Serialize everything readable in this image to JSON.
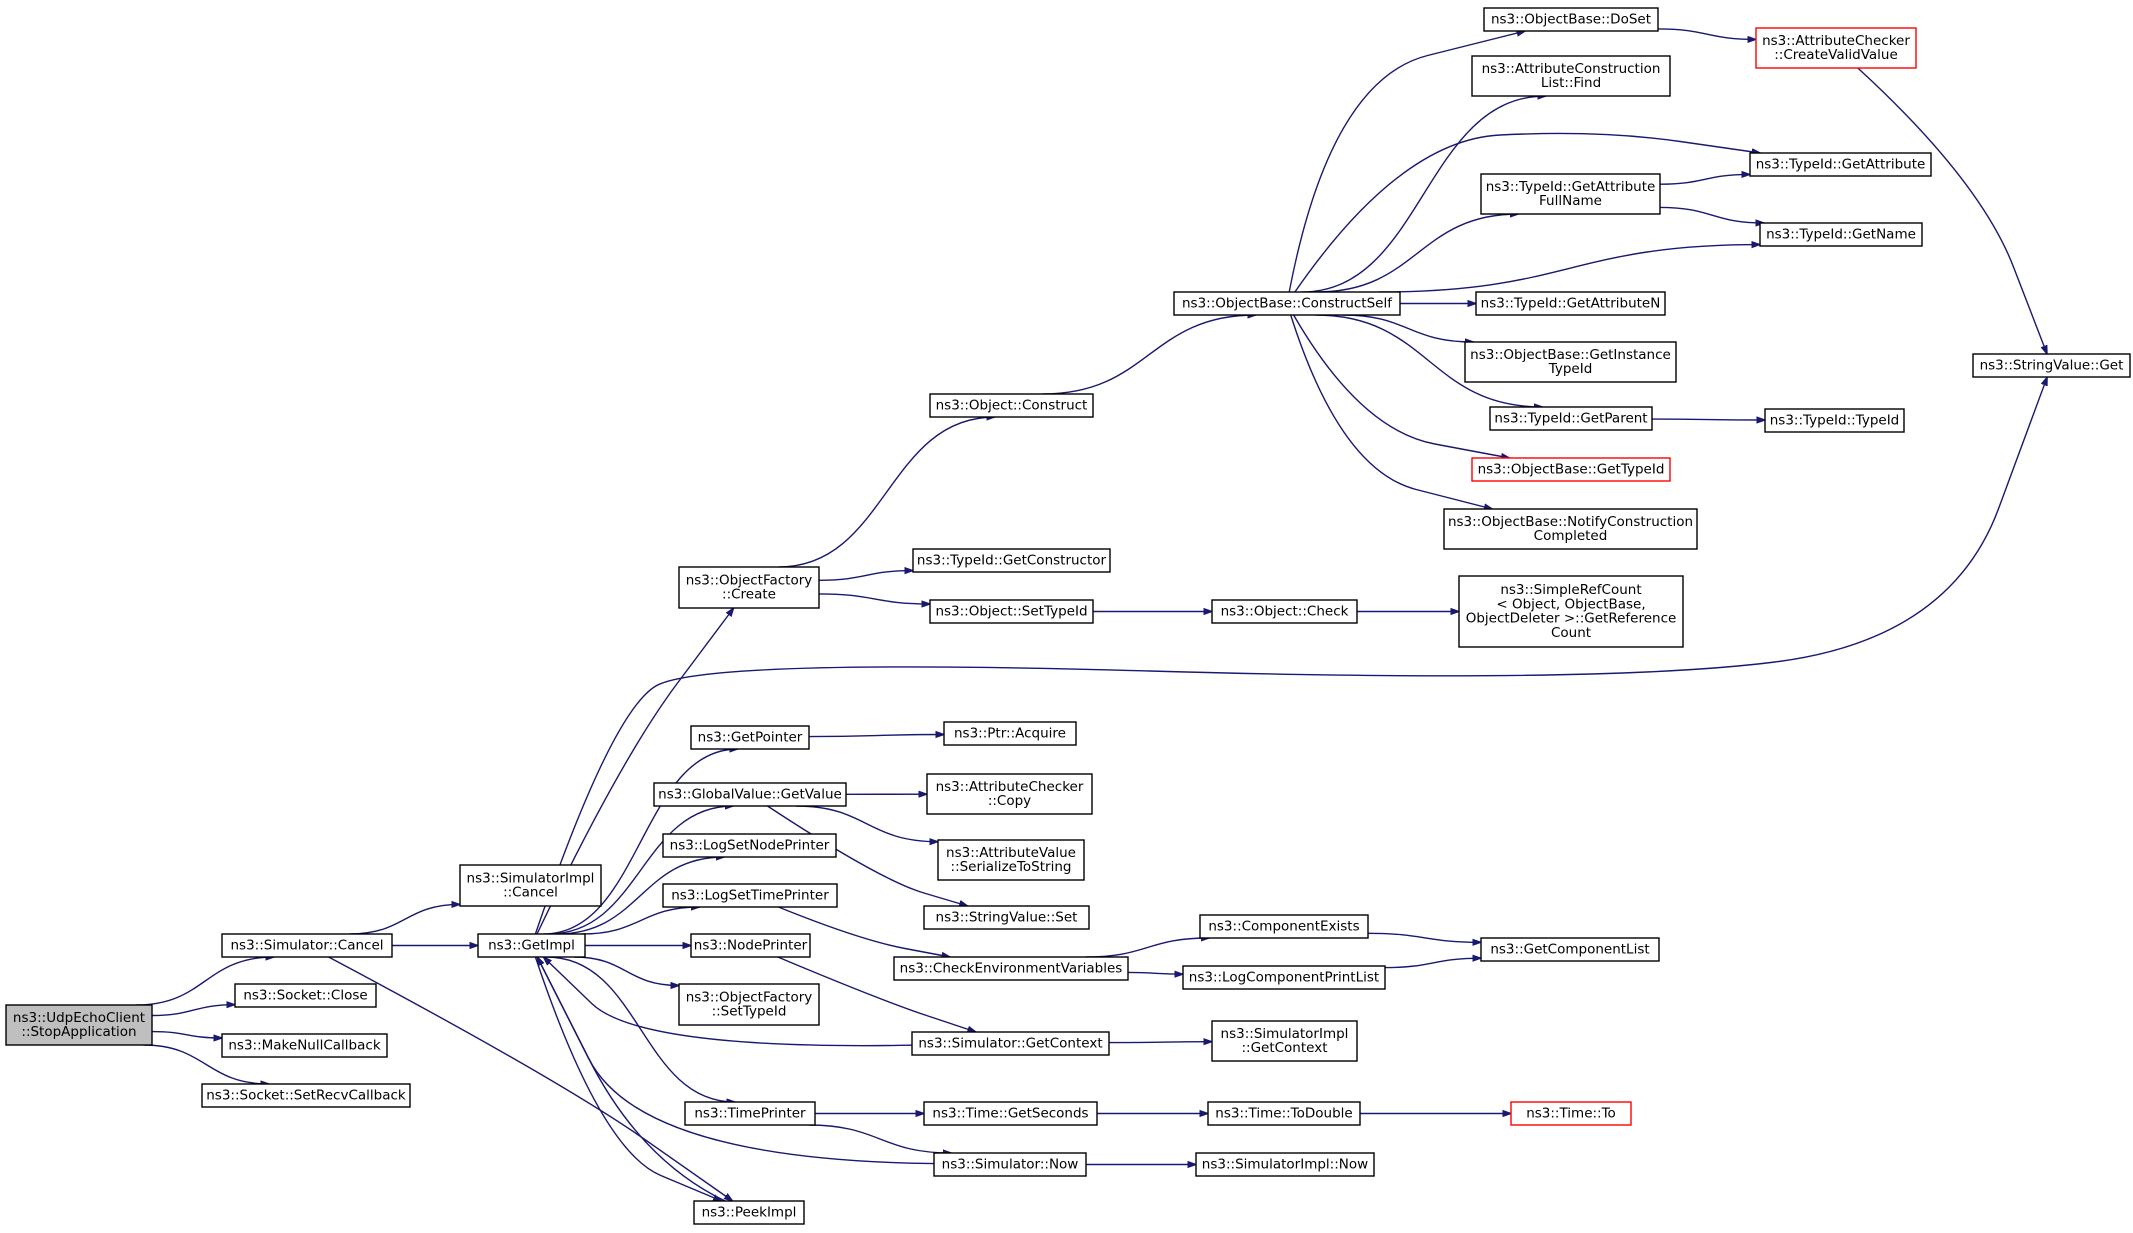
{
  "diagram": {
    "root": "StopApplication",
    "nodes": [
      {
        "id": "StopApplication",
        "lines": [
          "ns3::UdpEchoClient",
          "::StopApplication"
        ],
        "style": "root"
      },
      {
        "id": "SimCancel",
        "lines": [
          "ns3::Simulator::Cancel"
        ],
        "style": "normal"
      },
      {
        "id": "SocketClose",
        "lines": [
          "ns3::Socket::Close"
        ],
        "style": "normal"
      },
      {
        "id": "MakeNullCallback",
        "lines": [
          "ns3::MakeNullCallback"
        ],
        "style": "normal"
      },
      {
        "id": "SetRecvCallback",
        "lines": [
          "ns3::Socket::SetRecvCallback"
        ],
        "style": "normal"
      },
      {
        "id": "SimImplCancel",
        "lines": [
          "ns3::SimulatorImpl",
          "::Cancel"
        ],
        "style": "normal"
      },
      {
        "id": "GetImpl",
        "lines": [
          "ns3::GetImpl"
        ],
        "style": "normal"
      },
      {
        "id": "PeekImpl",
        "lines": [
          "ns3::PeekImpl"
        ],
        "style": "normal"
      },
      {
        "id": "OFCreate",
        "lines": [
          "ns3::ObjectFactory",
          "::Create"
        ],
        "style": "normal"
      },
      {
        "id": "GetPointer",
        "lines": [
          "ns3::GetPointer"
        ],
        "style": "normal"
      },
      {
        "id": "GVGetValue",
        "lines": [
          "ns3::GlobalValue::GetValue"
        ],
        "style": "normal"
      },
      {
        "id": "LogSetNodePrinter",
        "lines": [
          "ns3::LogSetNodePrinter"
        ],
        "style": "normal"
      },
      {
        "id": "LogSetTimePrinter",
        "lines": [
          "ns3::LogSetTimePrinter"
        ],
        "style": "normal"
      },
      {
        "id": "NodePrinter",
        "lines": [
          "ns3::NodePrinter"
        ],
        "style": "normal"
      },
      {
        "id": "OFSetTypeId",
        "lines": [
          "ns3::ObjectFactory",
          "::SetTypeId"
        ],
        "style": "normal"
      },
      {
        "id": "TimePrinter",
        "lines": [
          "ns3::TimePrinter"
        ],
        "style": "normal"
      },
      {
        "id": "ObjConstruct",
        "lines": [
          "ns3::Object::Construct"
        ],
        "style": "normal"
      },
      {
        "id": "TIGetConstructor",
        "lines": [
          "ns3::TypeId::GetConstructor"
        ],
        "style": "normal"
      },
      {
        "id": "ObjSetTypeId",
        "lines": [
          "ns3::Object::SetTypeId"
        ],
        "style": "normal"
      },
      {
        "id": "PtrAcquire",
        "lines": [
          "ns3::Ptr::Acquire"
        ],
        "style": "normal"
      },
      {
        "id": "ACCopy",
        "lines": [
          "ns3::AttributeChecker",
          "::Copy"
        ],
        "style": "normal"
      },
      {
        "id": "AVSerialize",
        "lines": [
          "ns3::AttributeValue",
          "::SerializeToString"
        ],
        "style": "normal"
      },
      {
        "id": "SVSet",
        "lines": [
          "ns3::StringValue::Set"
        ],
        "style": "normal"
      },
      {
        "id": "CheckEnv",
        "lines": [
          "ns3::CheckEnvironmentVariables"
        ],
        "style": "normal"
      },
      {
        "id": "SimGetContext",
        "lines": [
          "ns3::Simulator::GetContext"
        ],
        "style": "normal"
      },
      {
        "id": "TimeGetSeconds",
        "lines": [
          "ns3::Time::GetSeconds"
        ],
        "style": "normal"
      },
      {
        "id": "SimNow",
        "lines": [
          "ns3::Simulator::Now"
        ],
        "style": "normal"
      },
      {
        "id": "OBConstructSelf",
        "lines": [
          "ns3::ObjectBase::ConstructSelf"
        ],
        "style": "normal"
      },
      {
        "id": "ObjCheck",
        "lines": [
          "ns3::Object::Check"
        ],
        "style": "normal"
      },
      {
        "id": "ComponentExists",
        "lines": [
          "ns3::ComponentExists"
        ],
        "style": "normal"
      },
      {
        "id": "LogCompPrintList",
        "lines": [
          "ns3::LogComponentPrintList"
        ],
        "style": "normal"
      },
      {
        "id": "SimImplGetContext",
        "lines": [
          "ns3::SimulatorImpl",
          "::GetContext"
        ],
        "style": "normal"
      },
      {
        "id": "TimeToDouble",
        "lines": [
          "ns3::Time::ToDouble"
        ],
        "style": "normal"
      },
      {
        "id": "SimImplNow",
        "lines": [
          "ns3::SimulatorImpl::Now"
        ],
        "style": "normal"
      },
      {
        "id": "OBDoSet",
        "lines": [
          "ns3::ObjectBase::DoSet"
        ],
        "style": "normal"
      },
      {
        "id": "ACLFind",
        "lines": [
          "ns3::AttributeConstruction",
          "List::Find"
        ],
        "style": "normal"
      },
      {
        "id": "TIGetAttrFullName",
        "lines": [
          "ns3::TypeId::GetAttribute",
          "FullName"
        ],
        "style": "normal"
      },
      {
        "id": "TIGetAttributeN",
        "lines": [
          "ns3::TypeId::GetAttributeN"
        ],
        "style": "normal"
      },
      {
        "id": "OBGetInstanceTypeId",
        "lines": [
          "ns3::ObjectBase::GetInstance",
          "TypeId"
        ],
        "style": "normal"
      },
      {
        "id": "TIGetParent",
        "lines": [
          "ns3::TypeId::GetParent"
        ],
        "style": "normal"
      },
      {
        "id": "OBGetTypeId",
        "lines": [
          "ns3::ObjectBase::GetTypeId"
        ],
        "style": "red"
      },
      {
        "id": "OBNotify",
        "lines": [
          "ns3::ObjectBase::NotifyConstruction",
          "Completed"
        ],
        "style": "normal"
      },
      {
        "id": "SRCGetRef",
        "lines": [
          "ns3::SimpleRefCount",
          "< Object, ObjectBase,",
          " ObjectDeleter >::GetReference",
          "Count"
        ],
        "style": "normal"
      },
      {
        "id": "GetComponentList",
        "lines": [
          "ns3::GetComponentList"
        ],
        "style": "normal"
      },
      {
        "id": "TimeTo",
        "lines": [
          "ns3::Time::To"
        ],
        "style": "red"
      },
      {
        "id": "ACCreateValid",
        "lines": [
          "ns3::AttributeChecker",
          "::CreateValidValue"
        ],
        "style": "red"
      },
      {
        "id": "TIGetAttribute",
        "lines": [
          "ns3::TypeId::GetAttribute"
        ],
        "style": "normal"
      },
      {
        "id": "TIGetName",
        "lines": [
          "ns3::TypeId::GetName"
        ],
        "style": "normal"
      },
      {
        "id": "TITypeId",
        "lines": [
          "ns3::TypeId::TypeId"
        ],
        "style": "normal"
      },
      {
        "id": "SVGet",
        "lines": [
          "ns3::StringValue::Get"
        ],
        "style": "normal"
      }
    ],
    "edges": [
      [
        "StopApplication",
        "SimCancel"
      ],
      [
        "StopApplication",
        "SocketClose"
      ],
      [
        "StopApplication",
        "MakeNullCallback"
      ],
      [
        "StopApplication",
        "SetRecvCallback"
      ],
      [
        "SimCancel",
        "SimImplCancel"
      ],
      [
        "SimCancel",
        "GetImpl"
      ],
      [
        "SimCancel",
        "PeekImpl"
      ],
      [
        "GetImpl",
        "OFCreate"
      ],
      [
        "GetImpl",
        "SVGet"
      ],
      [
        "GetImpl",
        "GetPointer"
      ],
      [
        "GetImpl",
        "GVGetValue"
      ],
      [
        "GetImpl",
        "LogSetNodePrinter"
      ],
      [
        "GetImpl",
        "LogSetTimePrinter"
      ],
      [
        "GetImpl",
        "NodePrinter"
      ],
      [
        "GetImpl",
        "OFSetTypeId"
      ],
      [
        "GetImpl",
        "TimePrinter"
      ],
      [
        "GetImpl",
        "PeekImpl"
      ],
      [
        "PeekImpl",
        "GetImpl"
      ],
      [
        "SimGetContext",
        "GetImpl"
      ],
      [
        "SimNow",
        "GetImpl"
      ],
      [
        "OFCreate",
        "ObjConstruct"
      ],
      [
        "OFCreate",
        "TIGetConstructor"
      ],
      [
        "OFCreate",
        "ObjSetTypeId"
      ],
      [
        "ObjSetTypeId",
        "ObjCheck"
      ],
      [
        "ObjCheck",
        "SRCGetRef"
      ],
      [
        "ObjConstruct",
        "OBConstructSelf"
      ],
      [
        "OBConstructSelf",
        "OBDoSet"
      ],
      [
        "OBConstructSelf",
        "ACLFind"
      ],
      [
        "OBConstructSelf",
        "TIGetAttribute"
      ],
      [
        "OBConstructSelf",
        "TIGetAttrFullName"
      ],
      [
        "OBConstructSelf",
        "TIGetName"
      ],
      [
        "OBConstructSelf",
        "TIGetAttributeN"
      ],
      [
        "OBConstructSelf",
        "OBGetInstanceTypeId"
      ],
      [
        "OBConstructSelf",
        "TIGetParent"
      ],
      [
        "OBConstructSelf",
        "OBGetTypeId"
      ],
      [
        "OBConstructSelf",
        "OBNotify"
      ],
      [
        "OBDoSet",
        "ACCreateValid"
      ],
      [
        "ACCreateValid",
        "SVGet"
      ],
      [
        "TIGetAttrFullName",
        "TIGetAttribute"
      ],
      [
        "TIGetAttrFullName",
        "TIGetName"
      ],
      [
        "TIGetParent",
        "TITypeId"
      ],
      [
        "GetPointer",
        "PtrAcquire"
      ],
      [
        "GVGetValue",
        "ACCopy"
      ],
      [
        "GVGetValue",
        "AVSerialize"
      ],
      [
        "GVGetValue",
        "SVSet"
      ],
      [
        "LogSetTimePrinter",
        "CheckEnv"
      ],
      [
        "NodePrinter",
        "SimGetContext"
      ],
      [
        "CheckEnv",
        "ComponentExists"
      ],
      [
        "CheckEnv",
        "LogCompPrintList"
      ],
      [
        "ComponentExists",
        "GetComponentList"
      ],
      [
        "LogCompPrintList",
        "GetComponentList"
      ],
      [
        "SimGetContext",
        "SimImplGetContext"
      ],
      [
        "TimePrinter",
        "TimeGetSeconds"
      ],
      [
        "TimePrinter",
        "SimNow"
      ],
      [
        "TimeGetSeconds",
        "TimeToDouble"
      ],
      [
        "TimeToDouble",
        "TimeTo"
      ],
      [
        "SimNow",
        "SimImplNow"
      ]
    ]
  }
}
